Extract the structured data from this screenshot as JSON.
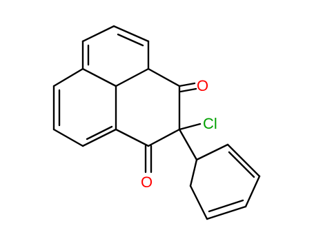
{
  "molecule": {
    "atoms": {
      "oxygen_top": "O",
      "oxygen_bottom": "O",
      "chlorine": "Cl"
    },
    "colors": {
      "bond": "#000000",
      "oxygen": "#ff0000",
      "chlorine": "#00a000"
    }
  }
}
